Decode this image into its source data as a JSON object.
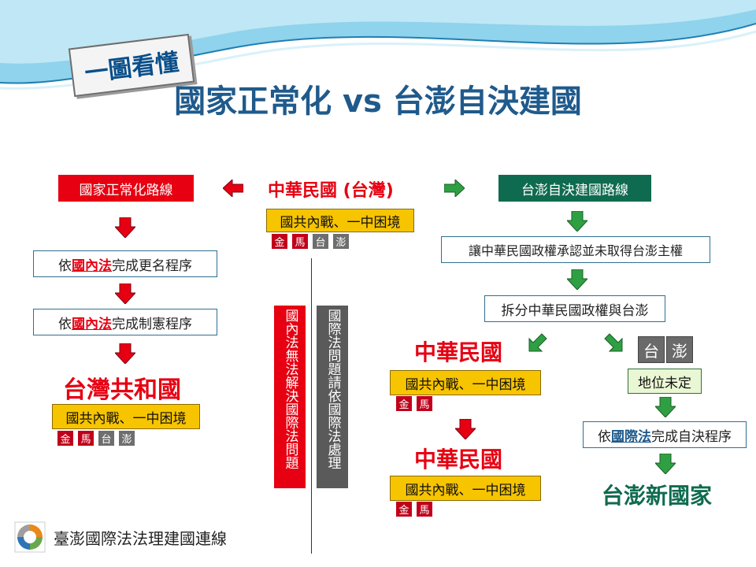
{
  "tag": "一圖看懂",
  "title": "國家正常化 vs 台澎自決建國",
  "center": {
    "title": "中華民國 (台灣)",
    "civil_war": "國共內戰、一中困境",
    "chips": [
      "金",
      "馬",
      "台",
      "澎"
    ]
  },
  "left": {
    "route": "國家正常化路線",
    "step1_pre": "依",
    "step1_hl": "國內法",
    "step1_post": "完成更名程序",
    "step2_pre": "依",
    "step2_hl": "國內法",
    "step2_post": "完成制憲程序",
    "result": "台灣共和國",
    "civil_war": "國共內戰、一中困境",
    "chips": [
      "金",
      "馬",
      "台",
      "澎"
    ]
  },
  "columns": {
    "red": "國內法無法解決國際法問題",
    "gray": "國際法問題請依國際法處理"
  },
  "right": {
    "route": "台澎自決建國路線",
    "step1": "讓中華民國政權承認並未取得台澎主權",
    "step2": "拆分中華民國政權與台澎",
    "roc1": "中華民國",
    "roc1_war": "國共內戰、一中困境",
    "roc1_chips": [
      "金",
      "馬"
    ],
    "roc2": "中華民國",
    "roc2_war": "國共內戰、一中困境",
    "roc2_chips": [
      "金",
      "馬"
    ],
    "tp_chips": [
      "台",
      "澎"
    ],
    "status": "地位未定",
    "self_pre": "依",
    "self_hl": "國際法",
    "self_post": "完成自決程序",
    "result": "台澎新國家"
  },
  "footer": "臺澎國際法法理建國連線",
  "colors": {
    "red": "#e60012",
    "green": "#0f6b4f",
    "blue": "#1f5a8c",
    "yellow": "#f7c400"
  }
}
